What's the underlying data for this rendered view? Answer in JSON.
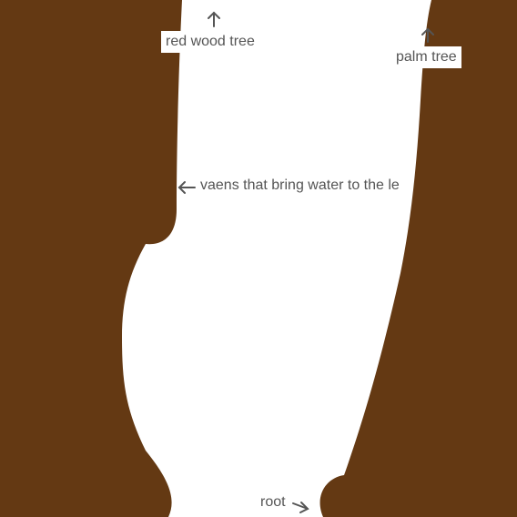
{
  "colors": {
    "background": "#ffffff",
    "trunk": "#643913",
    "text": "#555555",
    "arrow": "#555555"
  },
  "labels": {
    "red_wood_tree": "red wood tree",
    "palm_tree": "palm tree",
    "veins": "vaens that bring water to the le",
    "root": "root"
  },
  "icons": [
    "up-arrow-icon",
    "left-arrow-icon",
    "right-arrow-icon"
  ]
}
